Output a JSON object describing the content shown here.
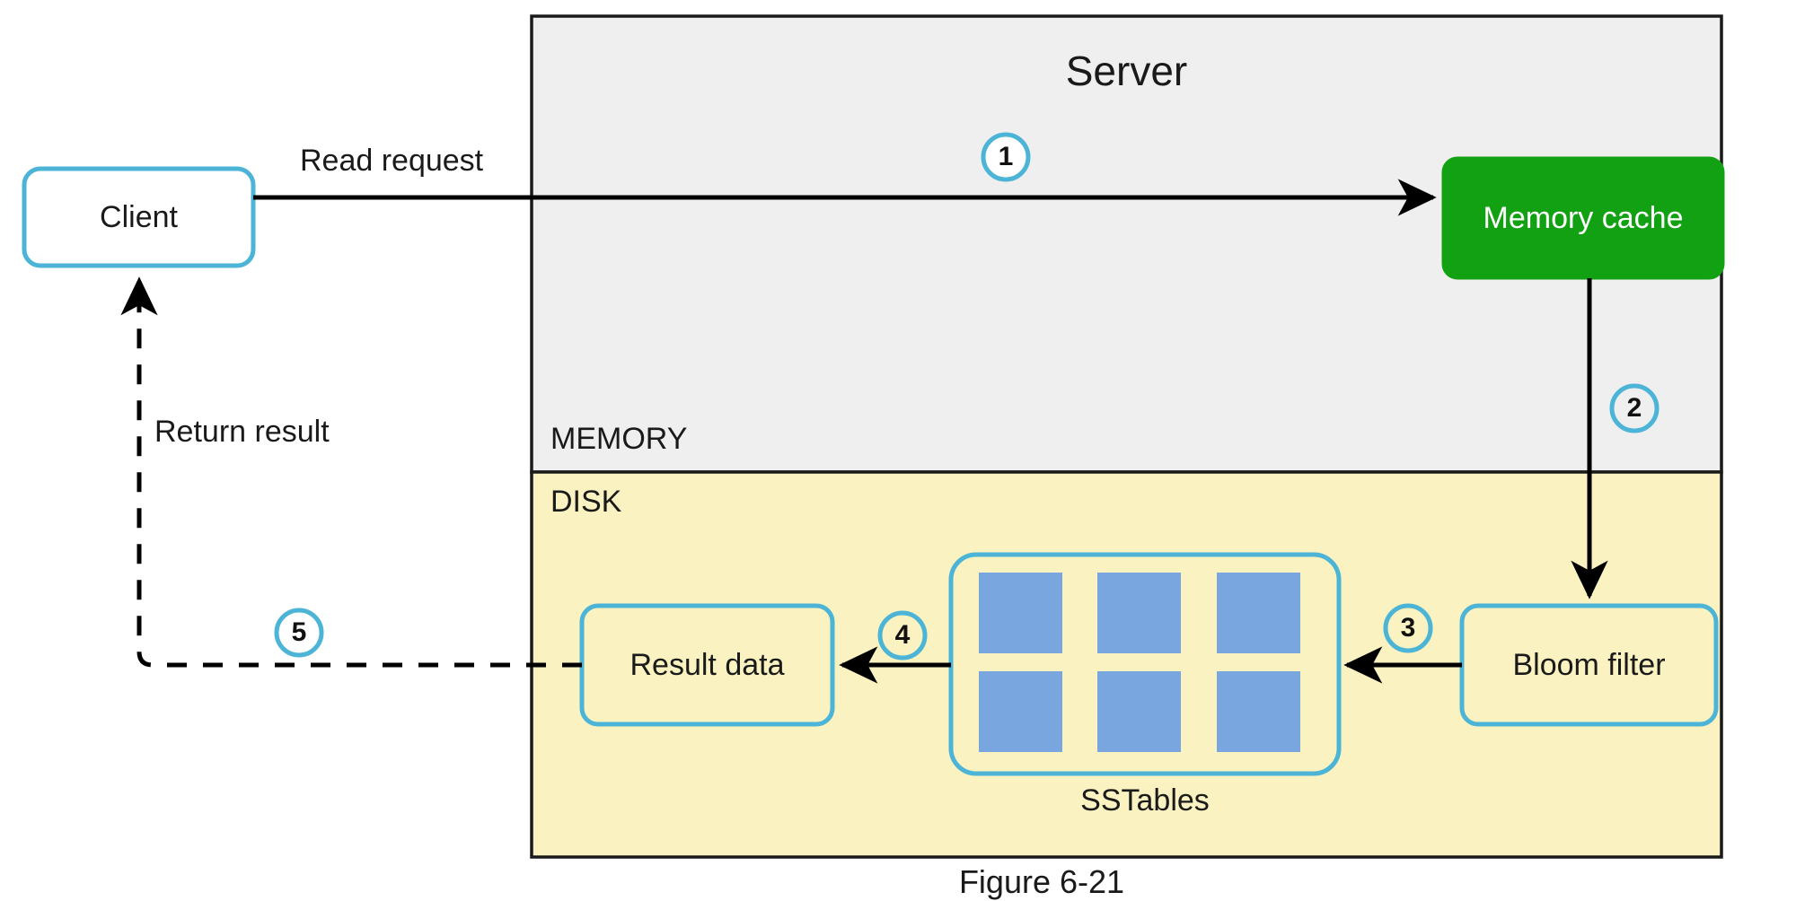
{
  "figure": {
    "caption": "Figure 6-21",
    "server_title": "Server",
    "memory_label": "MEMORY",
    "disk_label": "DISK"
  },
  "colors": {
    "memory_fill": "#efefef",
    "disk_fill": "#faf2c0",
    "panel_stroke": "#1a1a1a",
    "node_stroke": "#4cb4d6",
    "cache_fill": "#12a112",
    "cache_text": "#ffffff",
    "sstable_cell": "#7aa6df",
    "arrow": "#000000",
    "badge_stroke": "#4cb4d6"
  },
  "nodes": [
    {
      "id": "client",
      "label": "Client"
    },
    {
      "id": "memory-cache",
      "label": "Memory cache"
    },
    {
      "id": "bloom-filter",
      "label": "Bloom filter"
    },
    {
      "id": "sstables",
      "label": "SSTables"
    },
    {
      "id": "result-data",
      "label": "Result data"
    }
  ],
  "edges": [
    {
      "id": "read-request",
      "label": "Read request",
      "step": "1",
      "style": "solid"
    },
    {
      "id": "cache-to-bloom",
      "label": "",
      "step": "2",
      "style": "solid"
    },
    {
      "id": "bloom-to-sst",
      "label": "",
      "step": "3",
      "style": "solid"
    },
    {
      "id": "sst-to-result",
      "label": "",
      "step": "4",
      "style": "solid"
    },
    {
      "id": "return-result",
      "label": "Return result",
      "step": "5",
      "style": "dashed"
    }
  ],
  "badges": [
    {
      "step": "1"
    },
    {
      "step": "2"
    },
    {
      "step": "3"
    },
    {
      "step": "4"
    },
    {
      "step": "5"
    }
  ],
  "sstable_cells": [
    "cell-1",
    "cell-2",
    "cell-3",
    "cell-4",
    "cell-5",
    "cell-6"
  ]
}
